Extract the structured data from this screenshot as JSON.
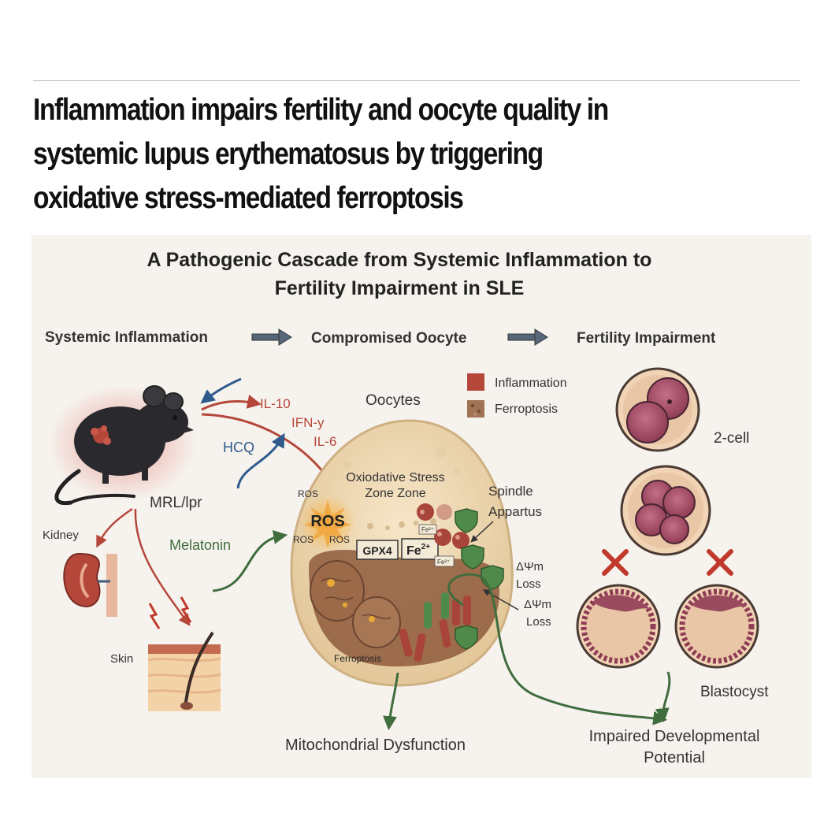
{
  "headline": {
    "line1": "Inflammation impairs fertility and oocyte quality in",
    "line2": "systemic lupus erythematosus by triggering",
    "line3": "oxidative stress-mediated ferroptosis"
  },
  "figure": {
    "title_line1": "A Pathogenic Cascade from Systemic Inflammation to",
    "title_line2": "Fertility Impairment in SLE",
    "stages": [
      "Systemic Inflammation",
      "Compromised Oocyte",
      "Fertility Impairment"
    ],
    "legend": {
      "inflammation": "Inflammation",
      "ferroptosis": "Ferroptosis"
    },
    "mouse": {
      "label": "MRL/lpr"
    },
    "organs": {
      "kidney": "Kidney",
      "skin": "Skin"
    },
    "cytokines": [
      "IL-10",
      "IFN-y",
      "IL-6"
    ],
    "drugs": {
      "hcq": "HCQ",
      "melatonin": "Melatonin"
    },
    "oocyte": {
      "label": "Oocytes",
      "stress_line1": "Oxiodative Stress",
      "stress_line2": "Zone Zone",
      "ros_big": "ROS",
      "ros_small": "ROS",
      "gpx4": "GPX4",
      "fe_base": "Fe",
      "fe_sup": "2+",
      "fe_small": "Fe²⁺",
      "ferroptosis": "Ferroptosis",
      "spindle_line1": "Spindle",
      "spindle_line2": "Appartus",
      "psi_symbol": "ΔΨm",
      "psi_loss": "Loss"
    },
    "embryos": {
      "two_cell": "2-cell",
      "blastocyst": "Blastocyst"
    },
    "outcomes": {
      "mito": "Mitochondrial Dysfunction",
      "impaired_line1": "Impaired Developmental",
      "impaired_line2": "Potential"
    },
    "colors": {
      "inflammation": "#b5473a",
      "treatment_blue": "#2f5a8c",
      "melatonin_green": "#3f6d3e",
      "cross": "#c0392b"
    }
  }
}
